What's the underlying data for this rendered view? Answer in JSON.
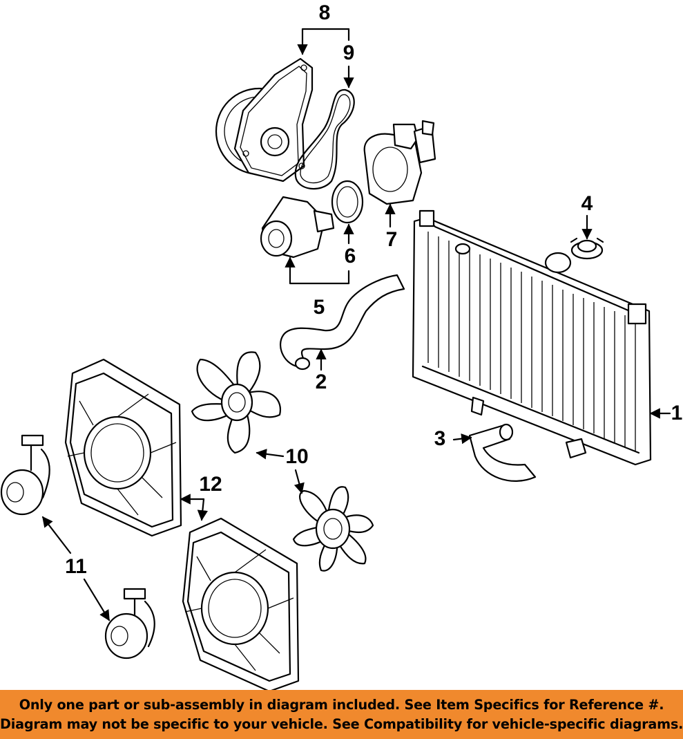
{
  "callouts": {
    "c1": "1",
    "c2": "2",
    "c3": "3",
    "c4": "4",
    "c5": "5",
    "c6": "6",
    "c7": "7",
    "c8": "8",
    "c9": "9",
    "c10": "10",
    "c11": "11",
    "c12": "12"
  },
  "banner": {
    "line1": "Only one part or sub-assembly in diagram included. See Item Specifics for Reference #.",
    "line2": "Diagram may not be specific to your vehicle. See Compatibility for vehicle-specific diagrams."
  },
  "colors": {
    "banner_background": "#f0892d",
    "line_art": "#000000",
    "background": "#ffffff"
  }
}
